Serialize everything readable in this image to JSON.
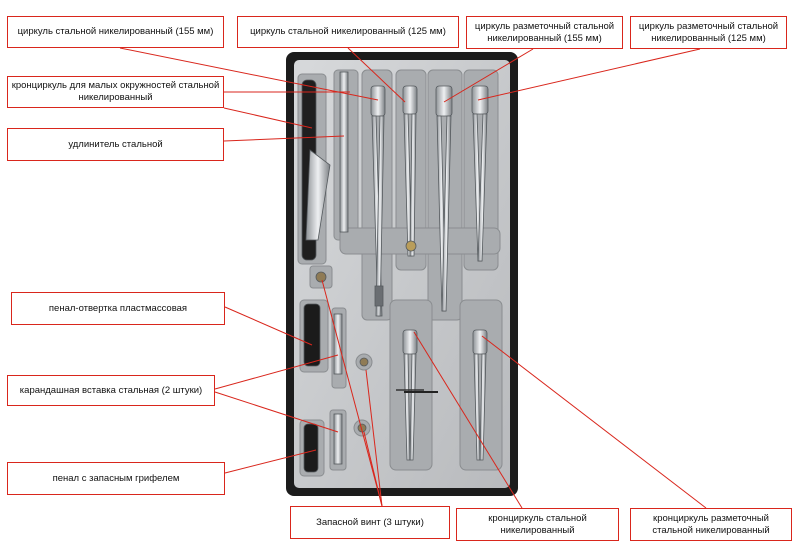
{
  "labels": {
    "compass_155": "циркуль стальной никелированный (155 мм)",
    "compass_125": "циркуль стальной никелированный (125 мм)",
    "marking_155": "циркуль разметочный стальной никелированный (155 мм)",
    "marking_125": "циркуль разметочный стальной никелированный (125 мм)",
    "small_circles": "кронциркуль для малых окружностей стальной никелированный",
    "extender": "удлинитель стальной",
    "screwdriver_case": "пенал-отвертка пластмассовая",
    "pencil_insert": "карандашная вставка стальная (2 штуки)",
    "lead_case": "пенал с запасным грифелем",
    "spare_screw": "Запасной винт (3 штуки)",
    "caliper": "кронциркуль стальной никелированный",
    "marking_caliper": "кронциркуль разметочный стальной никелированный"
  },
  "colors": {
    "leader_line": "#d9261c",
    "label_border": "#d9261c",
    "tray_frame": "#1c1c1c",
    "tray_insert": "#c9cbcd"
  }
}
